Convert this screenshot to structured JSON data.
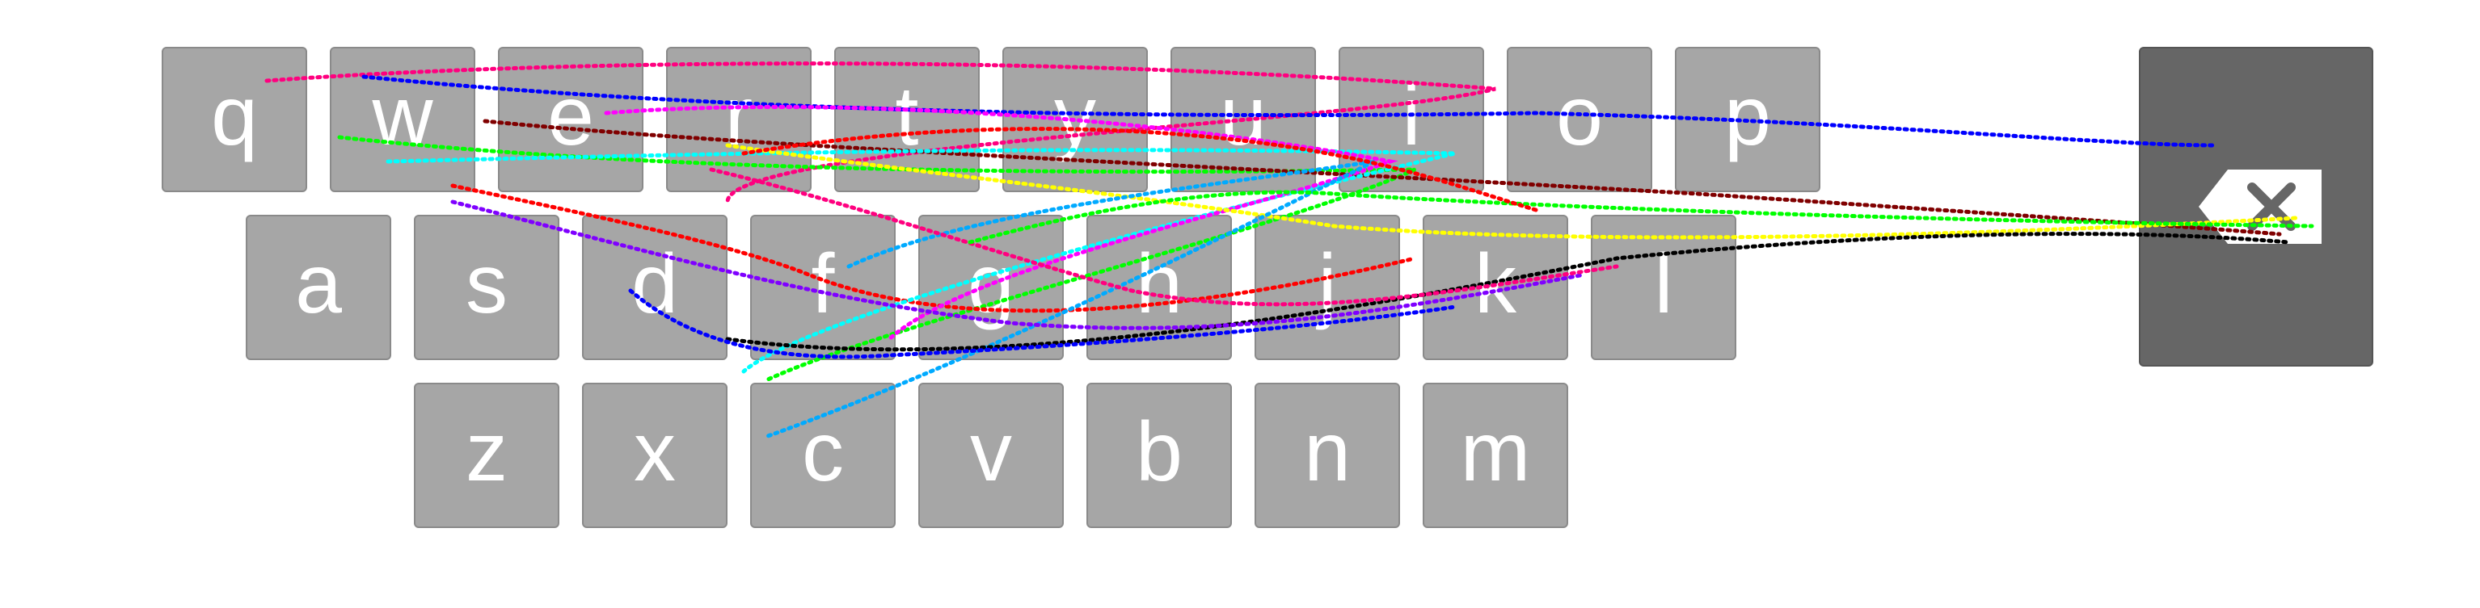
{
  "keyboard": {
    "rows": [
      [
        "q",
        "w",
        "e",
        "r",
        "t",
        "y",
        "u",
        "i",
        "o",
        "p"
      ],
      [
        "a",
        "s",
        "d",
        "f",
        "g",
        "h",
        "j",
        "k",
        "l"
      ],
      [
        "z",
        "x",
        "c",
        "v",
        "b",
        "n",
        "m"
      ]
    ],
    "backspace_icon": "backspace-icon",
    "colors": {
      "key_fill": "#a6a6a6",
      "key_text": "#ffffff",
      "backspace_fill": "#666666"
    }
  },
  "gesture_traces": {
    "style": "dotted",
    "colors": [
      "#ff007f",
      "#0000ff",
      "#00ff00",
      "#ff0000",
      "#800000",
      "#00ffff",
      "#ff00ff",
      "#ffff00",
      "#00aaff",
      "#000000",
      "#7f00ff"
    ]
  }
}
